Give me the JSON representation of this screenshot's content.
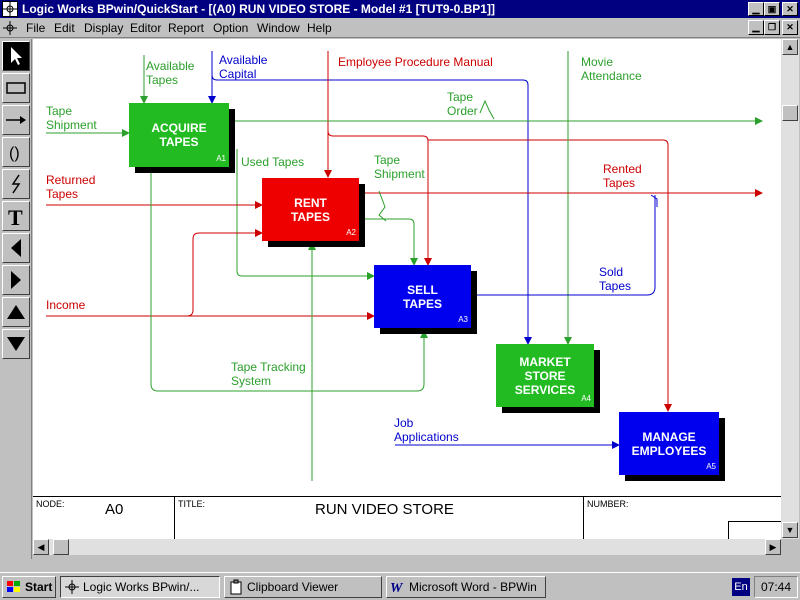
{
  "window": {
    "title": "Logic Works BPwin/QuickStart - [(A0) RUN VIDEO STORE - Model #1  [TUT9-0.BP1]]"
  },
  "menu": [
    "File",
    "Edit",
    "Display",
    "Editor",
    "Report",
    "Option",
    "Window",
    "Help"
  ],
  "toolbox": [
    "pointer-tool",
    "box-tool",
    "arrow-tool",
    "tunnel-tool",
    "squiggle-tool",
    "text-tool",
    "go-back-tool",
    "go-forward-tool",
    "go-up-tool",
    "go-down-tool"
  ],
  "diagram": {
    "boxes": [
      {
        "label_line1": "ACQUIRE",
        "label_line2": "TAPES",
        "id": "A1",
        "color": "#22bb22"
      },
      {
        "label_line1": "RENT",
        "label_line2": "TAPES",
        "id": "A2",
        "color": "#ee0000"
      },
      {
        "label_line1": "SELL",
        "label_line2": "TAPES",
        "id": "A3",
        "color": "#0000ee"
      },
      {
        "label_line1": "MARKET",
        "label_line2": "STORE",
        "label_line3": "SERVICES",
        "id": "A4",
        "color": "#22bb22"
      },
      {
        "label_line1": "MANAGE",
        "label_line2": "EMPLOYEES",
        "id": "A5",
        "color": "#0000ee"
      }
    ],
    "arrow_labels": {
      "available_tapes": [
        "Available",
        "Tapes"
      ],
      "available_capital": [
        "Available",
        "Capital"
      ],
      "employee_procedure_manual": [
        "Employee Procedure Manual"
      ],
      "movie_attendance": [
        "Movie",
        "Attendance"
      ],
      "tape_shipment_in": [
        "Tape",
        "Shipment"
      ],
      "tape_order": [
        "Tape",
        "Order"
      ],
      "used_tapes": [
        "Used Tapes"
      ],
      "tape_shipment_mid": [
        "Tape",
        "Shipment"
      ],
      "returned_tapes": [
        "Returned",
        "Tapes"
      ],
      "rented_tapes": [
        "Rented",
        "Tapes"
      ],
      "sold_tapes": [
        "Sold",
        "Tapes"
      ],
      "income": [
        "Income"
      ],
      "tape_tracking_system": [
        "Tape Tracking",
        "System"
      ],
      "job_applications": [
        "Job",
        "Applications"
      ]
    }
  },
  "footer": {
    "node_label": "NODE:",
    "node_value": "A0",
    "title_label": "TITLE:",
    "title_value": "RUN VIDEO STORE",
    "number_label": "NUMBER:"
  },
  "taskbar": {
    "start": "Start",
    "tasks": [
      "Logic Works BPwin/...",
      "Clipboard Viewer",
      "Microsoft Word - BPWin"
    ],
    "language": "En",
    "clock": "07:44"
  },
  "colors": {
    "green_arrow": "#2ca02c",
    "red_arrow": "#cc0000",
    "blue_arrow": "#0000cc",
    "title_bar": "#000080"
  }
}
